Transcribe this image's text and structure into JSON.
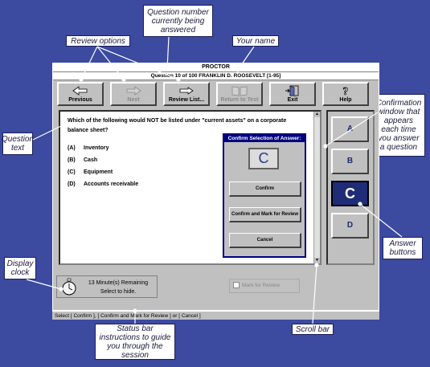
{
  "callouts": {
    "question_number": "Question number currently being answered",
    "review_options": "Review options",
    "your_name": "Your name",
    "question_text": "Question text",
    "confirmation": "Confirmation window that appears each time you answer a question",
    "answer_buttons": "Answer buttons",
    "display_clock": "Display clock",
    "status_bar": "Status bar instructions to guide you through the session",
    "scroll_bar": "Scroll bar"
  },
  "window": {
    "title": "PROCTOR",
    "question_info": "Question 10 of 100   FRANKLIN D. ROOSEVELT [1-95]"
  },
  "toolbar": {
    "previous": "Previous",
    "next": "Next",
    "review_list": "Review List...",
    "return_to_test": "Return to Test",
    "exit": "Exit",
    "help": "Help"
  },
  "question": {
    "text": "Which of the following would NOT be listed under \"current assets\" on a corporate balance sheet?",
    "options": [
      {
        "key": "(A)",
        "text": "Inventory"
      },
      {
        "key": "(B)",
        "text": "Cash"
      },
      {
        "key": "(C)",
        "text": "Equipment"
      },
      {
        "key": "(D)",
        "text": "Accounts receivable"
      }
    ]
  },
  "dialog": {
    "title": "Confirm Selection of Answer:",
    "selected": "C",
    "confirm": "Confirm",
    "confirm_mark": "Confirm and Mark for Review",
    "cancel": "Cancel"
  },
  "answers": [
    "A",
    "B",
    "C",
    "D"
  ],
  "selected_answer": "C",
  "clock": {
    "remaining": "13 Minute(s) Remaining",
    "hide": "Select to hide."
  },
  "mark_review": "Mark for Review",
  "status_bar": "Select [ Confirm ], [ Confirm and Mark for Review ] or [ Cancel ]",
  "colors": {
    "background": "#3c4aa0",
    "selected_answer": "#1f2c78",
    "dialog_title": "#000080"
  }
}
